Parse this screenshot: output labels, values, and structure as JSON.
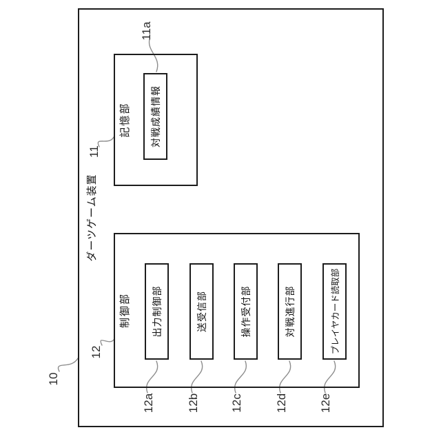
{
  "figure": {
    "device": {
      "ref": "10",
      "title": "ダーツゲーム装置"
    },
    "storage": {
      "ref": "11",
      "title": "記憶部",
      "item": {
        "ref": "11a",
        "label": "対戦成績情報"
      }
    },
    "controller": {
      "ref": "12",
      "title": "制御部",
      "units": [
        {
          "ref": "12a",
          "label": "出力制御部"
        },
        {
          "ref": "12b",
          "label": "送受信部"
        },
        {
          "ref": "12c",
          "label": "操作受付部"
        },
        {
          "ref": "12d",
          "label": "対戦進行部"
        },
        {
          "ref": "12e",
          "label": "プレイヤカード読取部"
        }
      ]
    },
    "colors": {
      "line": "#1c1c1c",
      "leader": "#8c8c8c",
      "background": "#ffffff"
    }
  }
}
